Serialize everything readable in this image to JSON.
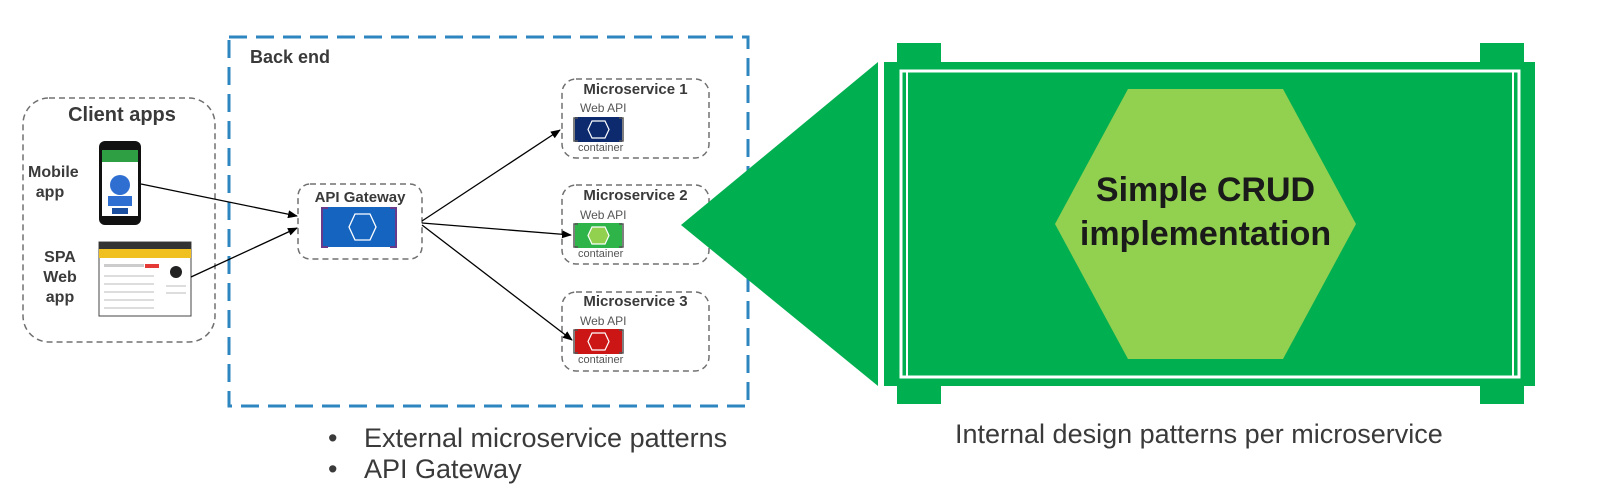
{
  "client_apps": {
    "title": "Client apps",
    "mobile": {
      "line1": "Mobile",
      "line2": "app"
    },
    "spa": {
      "line1": "SPA",
      "line2": "Web",
      "line3": "app"
    }
  },
  "backend": {
    "title": "Back end"
  },
  "gateway": {
    "label": "API Gateway"
  },
  "microservices": [
    {
      "title": "Microservice 1",
      "web_api": "Web API",
      "container": "container",
      "color": "#0e2a6e"
    },
    {
      "title": "Microservice 2",
      "web_api": "Web API",
      "container": "container",
      "color": "#2fb449"
    },
    {
      "title": "Microservice 3",
      "web_api": "Web API",
      "container": "container",
      "color": "#cc1616"
    }
  ],
  "detail": {
    "line1": "Simple CRUD",
    "line2": "implementation",
    "caption": "Internal design patterns per microservice",
    "colors": {
      "frame": "#00b050",
      "hexagon": "#92d050",
      "text": "#1a1a1a"
    }
  },
  "bullets": [
    "External microservice patterns",
    "API Gateway"
  ],
  "colors": {
    "backend_border": "#2e86c1",
    "dashed_border": "#707070",
    "gateway": "#1565c0",
    "gateway_bracket": "#6a3a8a"
  }
}
